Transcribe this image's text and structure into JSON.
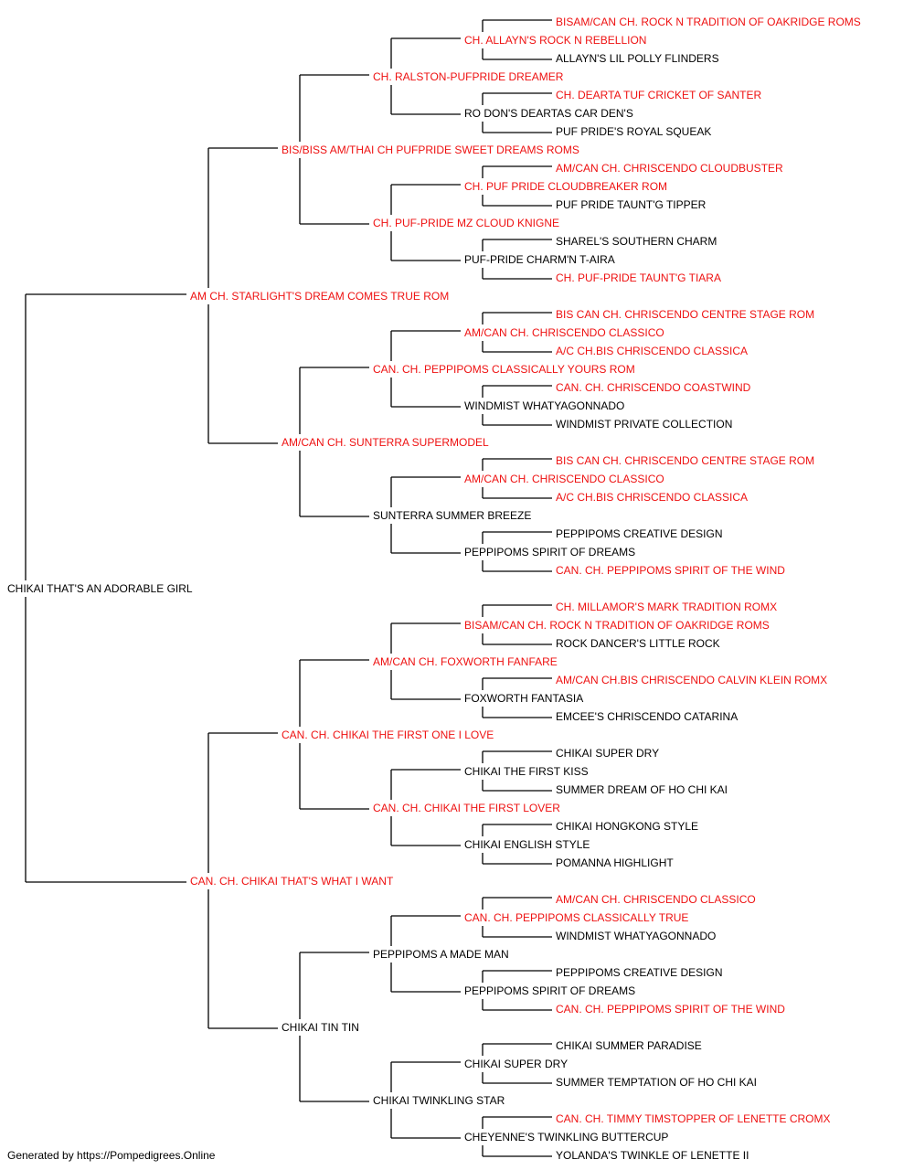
{
  "colors": {
    "champion": "#ee1111",
    "normal": "#000000",
    "lines": "#000000"
  },
  "pedigree": {
    "name": "CHIKAI THAT'S AN ADORABLE GIRL",
    "champion": false,
    "sire": {
      "name": "AM CH. STARLIGHT'S DREAM COMES TRUE ROM",
      "champion": true,
      "sire": {
        "name": "BIS/BISS AM/THAI CH PUFPRIDE SWEET DREAMS ROMS",
        "champion": true,
        "sire": {
          "name": "CH. RALSTON-PUFPRIDE DREAMER",
          "champion": true,
          "sire": {
            "name": "CH. ALLAYN'S ROCK N REBELLION",
            "champion": true,
            "sire": {
              "name": "BISAM/CAN CH. ROCK N TRADITION OF OAKRIDGE ROMS",
              "champion": true
            },
            "dam": {
              "name": "ALLAYN'S LIL POLLY FLINDERS",
              "champion": false
            }
          },
          "dam": {
            "name": "RO DON'S DEARTAS CAR DEN'S",
            "champion": false,
            "sire": {
              "name": "CH. DEARTA TUF CRICKET OF SANTER",
              "champion": true
            },
            "dam": {
              "name": "PUF PRIDE'S ROYAL SQUEAK",
              "champion": false
            }
          }
        },
        "dam": {
          "name": "CH. PUF-PRIDE MZ CLOUD KNIGNE",
          "champion": true,
          "sire": {
            "name": "CH. PUF PRIDE CLOUDBREAKER ROM",
            "champion": true,
            "sire": {
              "name": "AM/CAN CH. CHRISCENDO CLOUDBUSTER",
              "champion": true
            },
            "dam": {
              "name": "PUF PRIDE TAUNT'G TIPPER",
              "champion": false
            }
          },
          "dam": {
            "name": "PUF-PRIDE CHARM'N T-AIRA",
            "champion": false,
            "sire": {
              "name": "SHAREL'S SOUTHERN CHARM",
              "champion": false
            },
            "dam": {
              "name": "CH. PUF-PRIDE TAUNT'G TIARA",
              "champion": true
            }
          }
        }
      },
      "dam": {
        "name": "AM/CAN CH. SUNTERRA SUPERMODEL",
        "champion": true,
        "sire": {
          "name": "CAN. CH. PEPPIPOMS CLASSICALLY YOURS ROM",
          "champion": true,
          "sire": {
            "name": "AM/CAN CH. CHRISCENDO CLASSICO",
            "champion": true,
            "sire": {
              "name": "BIS CAN CH. CHRISCENDO CENTRE STAGE ROM",
              "champion": true
            },
            "dam": {
              "name": "A/C CH.BIS CHRISCENDO CLASSICA",
              "champion": true
            }
          },
          "dam": {
            "name": "WINDMIST WHATYAGONNADO",
            "champion": false,
            "sire": {
              "name": "CAN. CH. CHRISCENDO COASTWIND",
              "champion": true
            },
            "dam": {
              "name": "WINDMIST PRIVATE COLLECTION",
              "champion": false
            }
          }
        },
        "dam": {
          "name": "SUNTERRA SUMMER BREEZE",
          "champion": false,
          "sire": {
            "name": "AM/CAN CH. CHRISCENDO CLASSICO",
            "champion": true,
            "sire": {
              "name": "BIS CAN CH. CHRISCENDO CENTRE STAGE ROM",
              "champion": true
            },
            "dam": {
              "name": "A/C CH.BIS CHRISCENDO CLASSICA",
              "champion": true
            }
          },
          "dam": {
            "name": "PEPPIPOMS SPIRIT OF DREAMS",
            "champion": false,
            "sire": {
              "name": "PEPPIPOMS CREATIVE DESIGN",
              "champion": false
            },
            "dam": {
              "name": "CAN. CH. PEPPIPOMS SPIRIT OF THE WIND",
              "champion": true
            }
          }
        }
      }
    },
    "dam": {
      "name": "CAN. CH. CHIKAI THAT'S WHAT I WANT",
      "champion": true,
      "sire": {
        "name": "CAN. CH. CHIKAI THE FIRST ONE I LOVE",
        "champion": true,
        "sire": {
          "name": "AM/CAN CH. FOXWORTH FANFARE",
          "champion": true,
          "sire": {
            "name": "BISAM/CAN CH. ROCK N TRADITION OF OAKRIDGE ROMS",
            "champion": true,
            "sire": {
              "name": "CH. MILLAMOR'S MARK TRADITION ROMX",
              "champion": true
            },
            "dam": {
              "name": "ROCK DANCER'S LITTLE ROCK",
              "champion": false
            }
          },
          "dam": {
            "name": "FOXWORTH FANTASIA",
            "champion": false,
            "sire": {
              "name": "AM/CAN CH.BIS CHRISCENDO CALVIN KLEIN ROMX",
              "champion": true
            },
            "dam": {
              "name": "EMCEE'S CHRISCENDO CATARINA",
              "champion": false
            }
          }
        },
        "dam": {
          "name": "CAN. CH. CHIKAI THE FIRST LOVER",
          "champion": true,
          "sire": {
            "name": "CHIKAI THE FIRST KISS",
            "champion": false,
            "sire": {
              "name": "CHIKAI SUPER DRY",
              "champion": false
            },
            "dam": {
              "name": "SUMMER DREAM OF HO CHI KAI",
              "champion": false
            }
          },
          "dam": {
            "name": "CHIKAI ENGLISH STYLE",
            "champion": false,
            "sire": {
              "name": "CHIKAI HONGKONG STYLE",
              "champion": false
            },
            "dam": {
              "name": "POMANNA HIGHLIGHT",
              "champion": false
            }
          }
        }
      },
      "dam": {
        "name": "CHIKAI TIN TIN",
        "champion": false,
        "sire": {
          "name": "PEPPIPOMS A MADE MAN",
          "champion": false,
          "sire": {
            "name": "CAN. CH. PEPPIPOMS CLASSICALLY TRUE",
            "champion": true,
            "sire": {
              "name": "AM/CAN CH. CHRISCENDO CLASSICO",
              "champion": true
            },
            "dam": {
              "name": "WINDMIST WHATYAGONNADO",
              "champion": false
            }
          },
          "dam": {
            "name": "PEPPIPOMS SPIRIT OF DREAMS",
            "champion": false,
            "sire": {
              "name": "PEPPIPOMS CREATIVE DESIGN",
              "champion": false
            },
            "dam": {
              "name": "CAN. CH. PEPPIPOMS SPIRIT OF THE WIND",
              "champion": true
            }
          }
        },
        "dam": {
          "name": "CHIKAI TWINKLING STAR",
          "champion": false,
          "sire": {
            "name": "CHIKAI SUPER DRY",
            "champion": false,
            "sire": {
              "name": "CHIKAI SUMMER PARADISE",
              "champion": false
            },
            "dam": {
              "name": "SUMMER TEMPTATION OF HO CHI KAI",
              "champion": false
            }
          },
          "dam": {
            "name": "CHEYENNE'S TWINKLING BUTTERCUP",
            "champion": false,
            "sire": {
              "name": "CAN. CH. TIMMY TIMSTOPPER OF LENETTE CROMX",
              "champion": true
            },
            "dam": {
              "name": "YOLANDA'S TWINKLE OF LENETTE II",
              "champion": false
            }
          }
        }
      }
    }
  },
  "footer": {
    "text": "Generated by https://Pompedigrees.Online"
  }
}
